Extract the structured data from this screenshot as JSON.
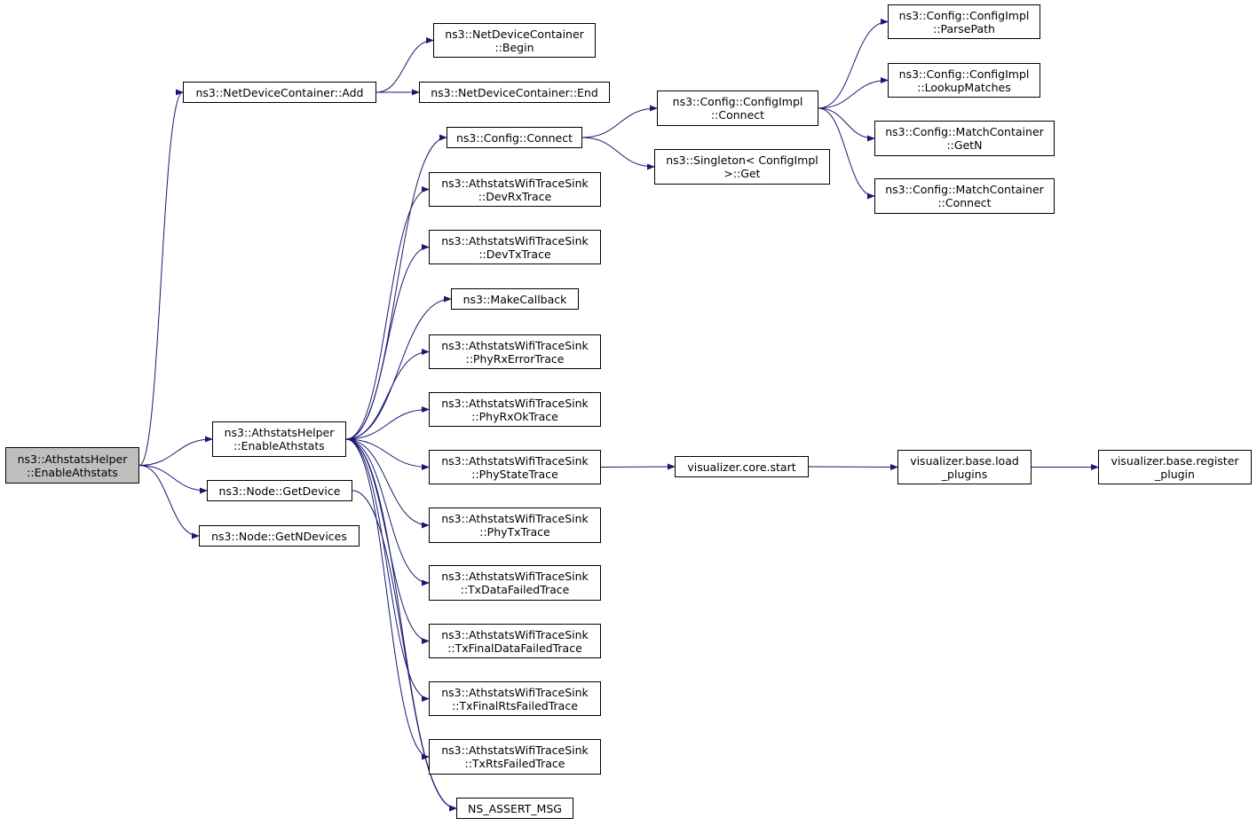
{
  "colors": {
    "edge": "#191970",
    "node_border": "#000000",
    "node_fill": "#ffffff",
    "root_fill": "#bfbfbf"
  },
  "nodes": [
    {
      "id": "root",
      "lines": [
        "ns3::AthstatsHelper",
        "::EnableAthstats"
      ],
      "root": true
    },
    {
      "id": "ndc_add",
      "lines": [
        "ns3::NetDeviceContainer::Add"
      ]
    },
    {
      "id": "ndc_begin",
      "lines": [
        "ns3::NetDeviceContainer",
        "::Begin"
      ]
    },
    {
      "id": "ndc_end",
      "lines": [
        "ns3::NetDeviceContainer::End"
      ]
    },
    {
      "id": "enable2",
      "lines": [
        "ns3::AthstatsHelper",
        "::EnableAthstats"
      ]
    },
    {
      "id": "get_device",
      "lines": [
        "ns3::Node::GetDevice"
      ]
    },
    {
      "id": "get_ndevices",
      "lines": [
        "ns3::Node::GetNDevices"
      ]
    },
    {
      "id": "cfg_connect",
      "lines": [
        "ns3::Config::Connect"
      ]
    },
    {
      "id": "dev_rx",
      "lines": [
        "ns3::AthstatsWifiTraceSink",
        "::DevRxTrace"
      ]
    },
    {
      "id": "dev_tx",
      "lines": [
        "ns3::AthstatsWifiTraceSink",
        "::DevTxTrace"
      ]
    },
    {
      "id": "make_cb",
      "lines": [
        "ns3::MakeCallback"
      ]
    },
    {
      "id": "phy_rx_err",
      "lines": [
        "ns3::AthstatsWifiTraceSink",
        "::PhyRxErrorTrace"
      ]
    },
    {
      "id": "phy_rx_ok",
      "lines": [
        "ns3::AthstatsWifiTraceSink",
        "::PhyRxOkTrace"
      ]
    },
    {
      "id": "phy_state",
      "lines": [
        "ns3::AthstatsWifiTraceSink",
        "::PhyStateTrace"
      ]
    },
    {
      "id": "phy_tx",
      "lines": [
        "ns3::AthstatsWifiTraceSink",
        "::PhyTxTrace"
      ]
    },
    {
      "id": "tx_data_failed",
      "lines": [
        "ns3::AthstatsWifiTraceSink",
        "::TxDataFailedTrace"
      ]
    },
    {
      "id": "tx_final_data",
      "lines": [
        "ns3::AthstatsWifiTraceSink",
        "::TxFinalDataFailedTrace"
      ]
    },
    {
      "id": "tx_final_rts",
      "lines": [
        "ns3::AthstatsWifiTraceSink",
        "::TxFinalRtsFailedTrace"
      ]
    },
    {
      "id": "tx_rts",
      "lines": [
        "ns3::AthstatsWifiTraceSink",
        "::TxRtsFailedTrace"
      ]
    },
    {
      "id": "ns_assert",
      "lines": [
        "NS_ASSERT_MSG"
      ]
    },
    {
      "id": "cfgimpl_connect",
      "lines": [
        "ns3::Config::ConfigImpl",
        "::Connect"
      ]
    },
    {
      "id": "singleton_get",
      "lines": [
        "ns3::Singleton< ConfigImpl",
        ">::Get"
      ]
    },
    {
      "id": "parse_path",
      "lines": [
        "ns3::Config::ConfigImpl",
        "::ParsePath"
      ]
    },
    {
      "id": "lookup_matches",
      "lines": [
        "ns3::Config::ConfigImpl",
        "::LookupMatches"
      ]
    },
    {
      "id": "mc_getn",
      "lines": [
        "ns3::Config::MatchContainer",
        "::GetN"
      ]
    },
    {
      "id": "mc_connect",
      "lines": [
        "ns3::Config::MatchContainer",
        "::Connect"
      ]
    },
    {
      "id": "viz_start",
      "lines": [
        "visualizer.core.start"
      ]
    },
    {
      "id": "viz_load",
      "lines": [
        "visualizer.base.load",
        "_plugins"
      ]
    },
    {
      "id": "viz_register",
      "lines": [
        "visualizer.base.register",
        "_plugin"
      ]
    }
  ],
  "edges": [
    [
      "root",
      "ndc_add"
    ],
    [
      "root",
      "enable2"
    ],
    [
      "root",
      "get_device"
    ],
    [
      "root",
      "get_ndevices"
    ],
    [
      "ndc_add",
      "ndc_begin"
    ],
    [
      "ndc_add",
      "ndc_end"
    ],
    [
      "enable2",
      "cfg_connect"
    ],
    [
      "enable2",
      "dev_rx"
    ],
    [
      "enable2",
      "dev_tx"
    ],
    [
      "enable2",
      "make_cb"
    ],
    [
      "enable2",
      "phy_rx_err"
    ],
    [
      "enable2",
      "phy_rx_ok"
    ],
    [
      "enable2",
      "phy_state"
    ],
    [
      "enable2",
      "phy_tx"
    ],
    [
      "enable2",
      "tx_data_failed"
    ],
    [
      "enable2",
      "tx_final_data"
    ],
    [
      "enable2",
      "tx_final_rts"
    ],
    [
      "enable2",
      "tx_rts"
    ],
    [
      "enable2",
      "ns_assert"
    ],
    [
      "get_device",
      "ns_assert"
    ],
    [
      "cfg_connect",
      "cfgimpl_connect"
    ],
    [
      "cfg_connect",
      "singleton_get"
    ],
    [
      "cfgimpl_connect",
      "parse_path"
    ],
    [
      "cfgimpl_connect",
      "lookup_matches"
    ],
    [
      "cfgimpl_connect",
      "mc_getn"
    ],
    [
      "cfgimpl_connect",
      "mc_connect"
    ],
    [
      "phy_state",
      "viz_start"
    ],
    [
      "viz_start",
      "viz_load"
    ],
    [
      "viz_load",
      "viz_register"
    ]
  ]
}
